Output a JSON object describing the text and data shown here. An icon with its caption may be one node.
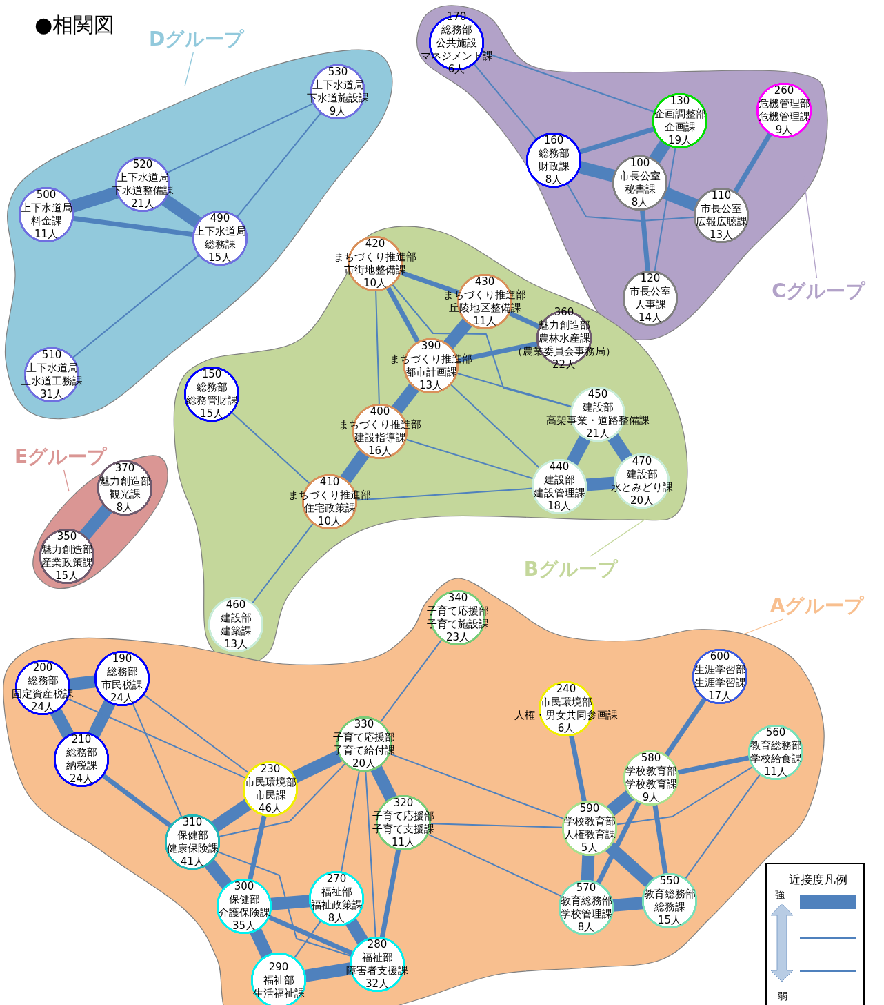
{
  "diagram": {
    "title": "●相関図",
    "nodes": [
      {
        "text": [
          "Dグループ"
        ]
      },
      {
        "text": [],
        "shape": "blob"
      },
      {
        "text": [
          "530",
          "上下水道局",
          "下水道施設課",
          "9人"
        ],
        "in": 1
      },
      {
        "text": [
          "520",
          "上下水道局",
          "下水道整備課",
          "21人"
        ],
        "in": 1
      },
      {
        "text": [
          "500",
          "上下水道局",
          "料金課",
          "11人"
        ],
        "in": 1
      },
      {
        "text": [
          "490",
          "上下水道局",
          "総務課",
          "15人"
        ],
        "in": 1
      },
      {
        "text": [
          "510",
          "上下水道局",
          "上水道工務課",
          "31人"
        ],
        "in": 1
      },
      {
        "text": [
          "Cグループ"
        ]
      },
      {
        "text": [],
        "shape": "blob"
      },
      {
        "text": [
          "170",
          "総務部",
          "公共施設",
          "マネジメント課",
          "6人"
        ],
        "in": 8
      },
      {
        "text": [
          "130",
          "企画調整部",
          "企画課",
          "19人"
        ],
        "in": 8
      },
      {
        "text": [
          "260",
          "危機管理部",
          "危機管理課",
          "9人"
        ],
        "in": 8
      },
      {
        "text": [
          "160",
          "総務部",
          "財政課",
          "8人"
        ],
        "in": 8
      },
      {
        "text": [
          "100",
          "市長公室",
          "秘書課",
          "8人"
        ],
        "in": 8
      },
      {
        "text": [
          "110",
          "市長公室",
          "広報広聴課",
          "13人"
        ],
        "in": 8
      },
      {
        "text": [
          "120",
          "市長公室",
          "人事課",
          "14人"
        ],
        "in": 8
      },
      {
        "text": [
          "Bグループ"
        ]
      },
      {
        "text": [],
        "shape": "blob"
      },
      {
        "text": [
          "420",
          "まちづくり推進部",
          "市街地整備課",
          "10人"
        ],
        "in": 17
      },
      {
        "text": [
          "430",
          "まちづくり推進部",
          "丘陵地区整備課",
          "11人"
        ],
        "in": 17
      },
      {
        "text": [
          "360",
          "魅力創造部",
          "農林水産課",
          "（農業委員会事務局）",
          "22人"
        ],
        "in": 17
      },
      {
        "text": [
          "390",
          "まちづくり推進部",
          "都市計画課",
          "13人"
        ],
        "in": 17
      },
      {
        "text": [
          "150",
          "総務部",
          "総務管財課",
          "15人"
        ],
        "in": 17
      },
      {
        "text": [
          "450",
          "建設部",
          "高架事業・道路整備課",
          "21人"
        ],
        "in": 17
      },
      {
        "text": [
          "400",
          "まちづくり推進部",
          "建設指導課",
          "16人"
        ],
        "in": 17
      },
      {
        "text": [
          "440",
          "建設部",
          "建設管理課",
          "18人"
        ],
        "in": 17
      },
      {
        "text": [
          "470",
          "建設部",
          "水とみどり課",
          "20人"
        ],
        "in": 17
      },
      {
        "text": [
          "410",
          "まちづくり推進部",
          "住宅政策課",
          "10人"
        ],
        "in": 17
      },
      {
        "text": [
          "460",
          "建設部",
          "建築課",
          "13人"
        ],
        "in": 17
      },
      {
        "text": [
          "Eグループ"
        ]
      },
      {
        "text": [],
        "shape": "blob"
      },
      {
        "text": [
          "370",
          "魅力創造部",
          "観光課",
          "8人"
        ],
        "in": 30
      },
      {
        "text": [
          "350",
          "魅力創造部",
          "産業政策課",
          "15人"
        ],
        "in": 30
      },
      {
        "text": [
          "Aグループ"
        ]
      },
      {
        "text": [],
        "shape": "blob"
      },
      {
        "text": [
          "340",
          "子育て応援部",
          "子育て施設課",
          "23人"
        ],
        "in": 34
      },
      {
        "text": [
          "200",
          "総務部",
          "固定資産税課",
          "24人"
        ],
        "in": 34
      },
      {
        "text": [
          "190",
          "総務部",
          "市民税課",
          "24人"
        ],
        "in": 34
      },
      {
        "text": [
          "240",
          "市民環境部",
          "人権・男女共同参画課",
          "6人"
        ],
        "in": 34
      },
      {
        "text": [
          "600",
          "生涯学習部",
          "生涯学習課",
          "17人"
        ],
        "in": 34
      },
      {
        "text": [
          "330",
          "子育て応援部",
          "子育て給付課",
          "20人"
        ],
        "in": 34
      },
      {
        "text": [
          "210",
          "総務部",
          "納税課",
          "24人"
        ],
        "in": 34
      },
      {
        "text": [
          "560",
          "教育総務部",
          "学校給食課",
          "11人"
        ],
        "in": 34
      },
      {
        "text": [
          "580",
          "学校教育部",
          "学校教育課",
          "9人"
        ],
        "in": 34
      },
      {
        "text": [
          "230",
          "市民環境部",
          "市民課",
          "46人"
        ],
        "in": 34
      },
      {
        "text": [
          "320",
          "子育て応援部",
          "子育て支援課",
          "11人"
        ],
        "in": 34
      },
      {
        "text": [
          "590",
          "学校教育部",
          "人権教育課",
          "5人"
        ],
        "in": 34
      },
      {
        "text": [
          "310",
          "保健部",
          "健康保険課",
          "41人"
        ],
        "in": 34
      },
      {
        "text": [
          "300",
          "保健部",
          "介護保険課",
          "35人"
        ],
        "in": 34
      },
      {
        "text": [
          "270",
          "福祉部",
          "福祉政策課",
          "8人"
        ],
        "in": 34
      },
      {
        "text": [
          "550",
          "教育総務部",
          "総務課",
          "15人"
        ],
        "in": 34
      },
      {
        "text": [
          "570",
          "教育総務部",
          "学校管理課",
          "8人"
        ],
        "in": 34
      },
      {
        "text": [
          "280",
          "福祉部",
          "障害者支援課",
          "32人"
        ],
        "in": 34
      },
      {
        "text": [
          "290",
          "福祉部",
          "生活福祉課"
        ],
        "in": 34
      }
    ],
    "edges": [
      {
        "from": 0,
        "to": 1,
        "arrow": "none",
        "color": "#92c9dc"
      },
      {
        "from": 3,
        "to": 2,
        "arrow": "none"
      },
      {
        "from": 2,
        "to": 5,
        "arrow": "none"
      },
      {
        "from": 4,
        "to": 3,
        "arrow": "none",
        "style": "thick"
      },
      {
        "from": 3,
        "to": 5,
        "arrow": "none",
        "style": "thick"
      },
      {
        "from": 4,
        "to": 5,
        "arrow": "none"
      },
      {
        "from": 5,
        "to": 6,
        "arrow": "none"
      },
      {
        "from": 7,
        "to": 8,
        "arrow": "none",
        "color": "#b2a2c8"
      },
      {
        "from": 9,
        "to": 10,
        "arrow": "none"
      },
      {
        "from": 9,
        "to": 12,
        "arrow": "none"
      },
      {
        "from": 12,
        "to": 10,
        "arrow": "none"
      },
      {
        "from": 10,
        "to": 13,
        "arrow": "none",
        "style": "thick"
      },
      {
        "from": 12,
        "to": 13,
        "arrow": "none",
        "style": "thick"
      },
      {
        "from": 13,
        "to": 14,
        "arrow": "none",
        "style": "thick"
      },
      {
        "from": 11,
        "to": 14,
        "arrow": "none"
      },
      {
        "from": 12,
        "to": 14,
        "arrow": "none"
      },
      {
        "from": 13,
        "to": 15,
        "arrow": "none"
      },
      {
        "from": 10,
        "to": 15,
        "arrow": "none"
      },
      {
        "from": 16,
        "to": 17,
        "arrow": "none",
        "color": "#c4d79b"
      },
      {
        "from": 18,
        "to": 19,
        "arrow": "none"
      },
      {
        "from": 19,
        "to": 20,
        "arrow": "none"
      },
      {
        "from": 18,
        "to": 21,
        "arrow": "none"
      },
      {
        "from": 19,
        "to": 21,
        "arrow": "none",
        "style": "thick"
      },
      {
        "from": 21,
        "to": 20,
        "arrow": "none"
      },
      {
        "from": 18,
        "to": 24,
        "arrow": "none"
      },
      {
        "from": 18,
        "to": 23,
        "arrow": "none"
      },
      {
        "from": 21,
        "to": 24,
        "arrow": "none",
        "style": "thick"
      },
      {
        "from": 21,
        "to": 23,
        "arrow": "none"
      },
      {
        "from": 21,
        "to": 25,
        "arrow": "none"
      },
      {
        "from": 24,
        "to": 25,
        "arrow": "none"
      },
      {
        "from": 24,
        "to": 27,
        "arrow": "none",
        "style": "thick"
      },
      {
        "from": 27,
        "to": 25,
        "arrow": "none"
      },
      {
        "from": 22,
        "to": 27,
        "arrow": "none"
      },
      {
        "from": 27,
        "to": 28,
        "arrow": "none"
      },
      {
        "from": 23,
        "to": 25,
        "arrow": "none",
        "style": "thick"
      },
      {
        "from": 23,
        "to": 26,
        "arrow": "none",
        "style": "thick"
      },
      {
        "from": 25,
        "to": 26,
        "arrow": "none",
        "style": "thick"
      },
      {
        "from": 29,
        "to": 30,
        "arrow": "none",
        "color": "#da9694"
      },
      {
        "from": 31,
        "to": 32,
        "arrow": "none",
        "style": "thick"
      },
      {
        "from": 33,
        "to": 34,
        "arrow": "none",
        "color": "#f8bf8f"
      },
      {
        "from": 36,
        "to": 37,
        "arrow": "none",
        "style": "thick"
      },
      {
        "from": 36,
        "to": 41,
        "arrow": "none",
        "style": "thick"
      },
      {
        "from": 37,
        "to": 41,
        "arrow": "none",
        "style": "thick"
      },
      {
        "from": 36,
        "to": 44,
        "arrow": "none"
      },
      {
        "from": 37,
        "to": 44,
        "arrow": "none"
      },
      {
        "from": 37,
        "to": 47,
        "arrow": "none"
      },
      {
        "from": 41,
        "to": 47,
        "arrow": "none"
      },
      {
        "from": 44,
        "to": 40,
        "arrow": "none",
        "style": "thick"
      },
      {
        "from": 44,
        "to": 47,
        "arrow": "none",
        "style": "thick"
      },
      {
        "from": 44,
        "to": 48,
        "arrow": "none"
      },
      {
        "from": 47,
        "to": 40,
        "arrow": "none"
      },
      {
        "from": 47,
        "to": 48,
        "arrow": "none",
        "style": "thick"
      },
      {
        "from": 47,
        "to": 52,
        "arrow": "none"
      },
      {
        "from": 40,
        "to": 45,
        "arrow": "none",
        "style": "thick"
      },
      {
        "from": 40,
        "to": 49,
        "arrow": "none"
      },
      {
        "from": 40,
        "to": 52,
        "arrow": "none"
      },
      {
        "from": 40,
        "to": 35,
        "arrow": "none"
      },
      {
        "from": 40,
        "to": 46,
        "arrow": "none"
      },
      {
        "from": 45,
        "to": 46,
        "arrow": "none"
      },
      {
        "from": 45,
        "to": 51,
        "arrow": "none"
      },
      {
        "from": 45,
        "to": 52,
        "arrow": "none"
      },
      {
        "from": 48,
        "to": 49,
        "arrow": "none",
        "style": "thick"
      },
      {
        "from": 48,
        "to": 52,
        "arrow": "none"
      },
      {
        "from": 48,
        "to": 53,
        "arrow": "none",
        "style": "thick"
      },
      {
        "from": 49,
        "to": 52,
        "arrow": "none",
        "style": "thick"
      },
      {
        "from": 49,
        "to": 53,
        "arrow": "none"
      },
      {
        "from": 53,
        "to": 52,
        "arrow": "none",
        "style": "thick"
      },
      {
        "from": 38,
        "to": 46,
        "arrow": "none"
      },
      {
        "from": 39,
        "to": 43,
        "arrow": "none"
      },
      {
        "from": 42,
        "to": 43,
        "arrow": "none"
      },
      {
        "from": 43,
        "to": 46,
        "arrow": "none",
        "style": "thick"
      },
      {
        "from": 43,
        "to": 50,
        "arrow": "none"
      },
      {
        "from": 43,
        "to": 51,
        "arrow": "none"
      },
      {
        "from": 42,
        "to": 46,
        "arrow": "none"
      },
      {
        "from": 42,
        "to": 50,
        "arrow": "none"
      },
      {
        "from": 46,
        "to": 51,
        "arrow": "none",
        "style": "thick"
      },
      {
        "from": 46,
        "to": 50,
        "arrow": "none",
        "style": "thick"
      },
      {
        "from": 51,
        "to": 50,
        "arrow": "none",
        "style": "thick"
      }
    ],
    "labels": [
      "近接度凡例",
      "強",
      "弱"
    ]
  }
}
